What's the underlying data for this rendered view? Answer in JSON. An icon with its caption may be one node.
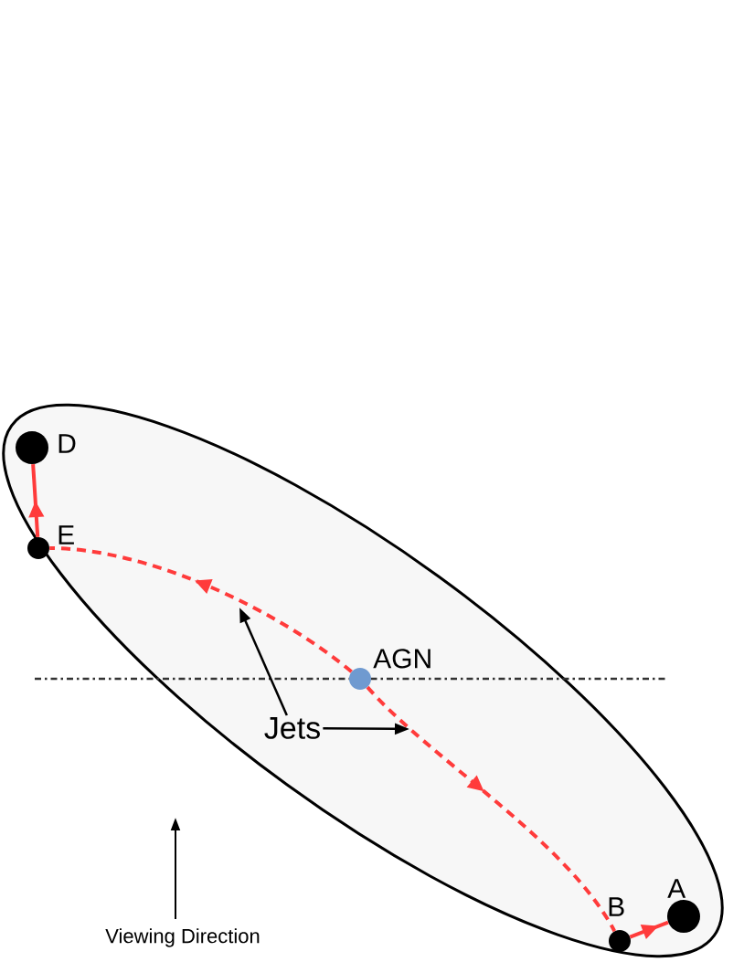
{
  "diagram": {
    "nodes": [
      {
        "text": [],
        "shape": "ellipse"
      },
      {
        "text": [],
        "shape": "circle",
        "beside": [
          "D"
        ],
        "in": 0
      },
      {
        "text": [],
        "shape": "circle",
        "beside": [
          "E"
        ],
        "in": 0
      },
      {
        "text": [],
        "shape": "circle",
        "beside": [
          "AGN"
        ],
        "in": 0
      },
      {
        "text": [],
        "shape": "circle",
        "beside": [
          "B"
        ],
        "in": 0
      },
      {
        "text": [],
        "shape": "circle",
        "beside": [
          "A"
        ],
        "in": 0
      },
      {
        "text": [
          "Jets"
        ],
        "in": 0
      }
    ],
    "edges": [
      {
        "from": 2,
        "to": 1,
        "arrow": "to"
      },
      {
        "from": 3,
        "to": 2,
        "arrow": "to",
        "style": "dashed"
      },
      {
        "from": 3,
        "to": 4,
        "arrow": "to",
        "style": "dashed"
      },
      {
        "from": 4,
        "to": 5,
        "arrow": "to"
      },
      {
        "from": 6,
        "to": null,
        "arrow": "to",
        "color": "#000000"
      },
      {
        "from": 6,
        "to": null,
        "arrow": "to",
        "color": "#000000"
      }
    ],
    "labels": [
      "Viewing Direction"
    ]
  }
}
